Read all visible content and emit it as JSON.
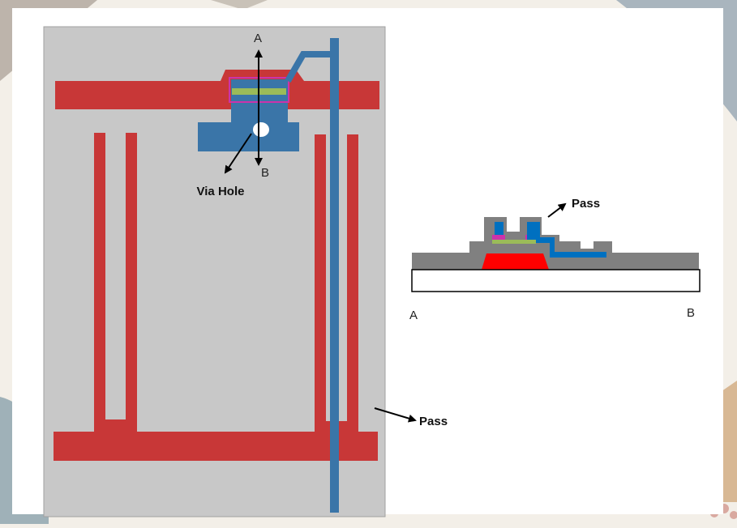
{
  "labels": {
    "a_top": "A",
    "b_top": "B",
    "via_hole": "Via Hole",
    "pass_right": "Pass",
    "pass_bottom": "Pass",
    "a_cross": "A",
    "b_cross": "B"
  },
  "colors": {
    "page_bg": "#f3efe8",
    "slide_bg": "#ffffff",
    "panel_gray": "#c8c8c8",
    "gate_red": "#c83737",
    "metal_blue": "#3a75a8",
    "semiconductor_green": "#9bbb59",
    "doping_magenta": "#cc33aa",
    "passivation_gray": "#808080",
    "cross_red": "#ff0000",
    "cross_blue": "#0070c0"
  }
}
